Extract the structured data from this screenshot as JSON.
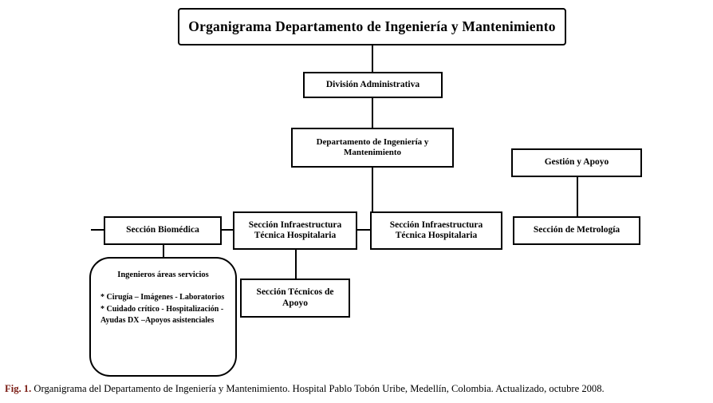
{
  "figure": {
    "title": "Organigrama Departamento de Ingeniería y Mantenimiento",
    "caption_label": "Fig. 1.",
    "caption_text": " Organigrama del Departamento de Ingeniería y Mantenimiento. Hospital Pablo Tobón Uribe, Medellín, Colombia. Actualizado, octubre 2008."
  },
  "nodes": {
    "division_administrativa": "División Administrativa",
    "departamento_ingenieria": "Departamento de Ingeniería y Mantenimiento",
    "gestion_apoyo": "Gestión y Apoyo",
    "seccion_biomedica": "Sección Biomédica",
    "seccion_infraestructura_1": "Sección Infraestructura Técnica Hospitalaria",
    "seccion_infraestructura_2": "Sección Infraestructura Técnica Hospitalaria",
    "seccion_metrologia": "Sección de Metrología",
    "seccion_tecnicos_apoyo": "Sección Técnicos de Apoyo"
  },
  "ingenieros_box": {
    "title": "Ingenieros áreas servicios",
    "items": [
      "*  Cirugía – Imágenes - Laboratorios",
      "*  Cuidado crítico - Hospitalización - Ayudas DX –Apoyos asistenciales"
    ]
  },
  "colors": {
    "stroke": "#000000",
    "background": "#ffffff",
    "caption_label": "#7a1b13"
  }
}
